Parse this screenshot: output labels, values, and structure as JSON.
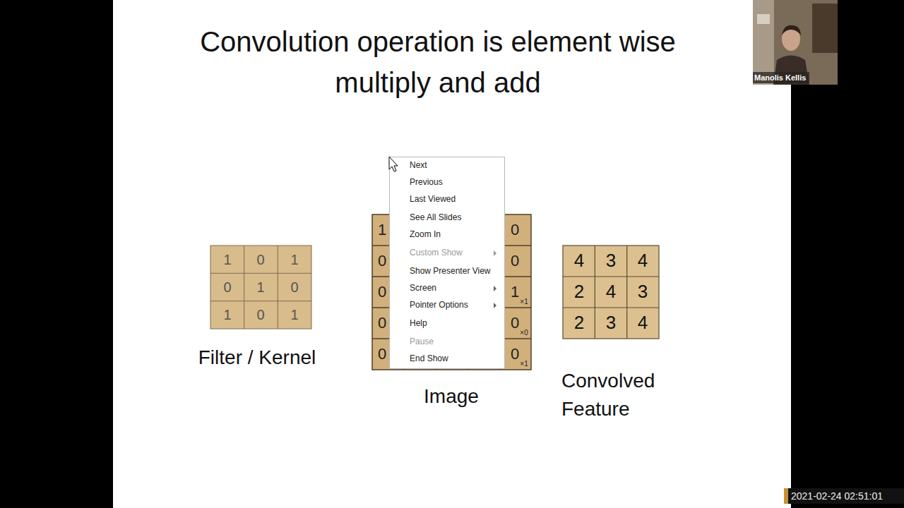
{
  "diagram": {
    "title": "Convolution operation is element wise multiply and add",
    "labels": [
      "1",
      "0",
      "1",
      "0",
      "1",
      "0",
      "1",
      "0",
      "1",
      "1",
      "0",
      "0",
      "0",
      "0",
      "1",
      "×1",
      "0",
      "0",
      "×0",
      "0",
      "0",
      "×1",
      "4",
      "3",
      "4",
      "2",
      "4",
      "3",
      "2",
      "3",
      "4",
      "Filter / Kernel",
      "Image",
      "Convolved Feature",
      "Next",
      "Previous",
      "Last Viewed",
      "See All Slides",
      "Zoom In",
      "Custom Show",
      "Show Presenter View",
      "Screen",
      "Pointer Options",
      "Help",
      "Pause",
      "End Show",
      "Manolis Kellis",
      "2021-02-24 02:51:01"
    ]
  }
}
